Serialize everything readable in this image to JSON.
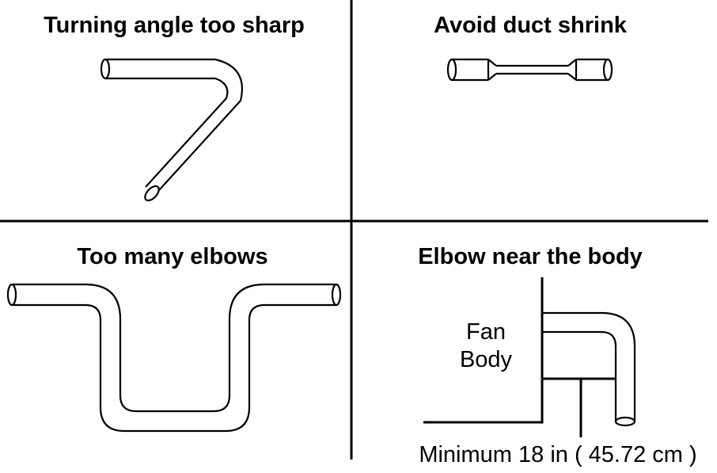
{
  "panels": {
    "top_left": {
      "title": "Turning angle too sharp"
    },
    "top_right": {
      "title": "Avoid duct shrink"
    },
    "bottom_left": {
      "title": "Too many elbows"
    },
    "bottom_right": {
      "title": "Elbow near the body",
      "fan_label_line1": "Fan",
      "fan_label_line2": "Body",
      "minimum_label": "Minimum 18 in ( 45.72 cm )"
    }
  },
  "colors": {
    "line": "#000000",
    "background": "#ffffff"
  }
}
